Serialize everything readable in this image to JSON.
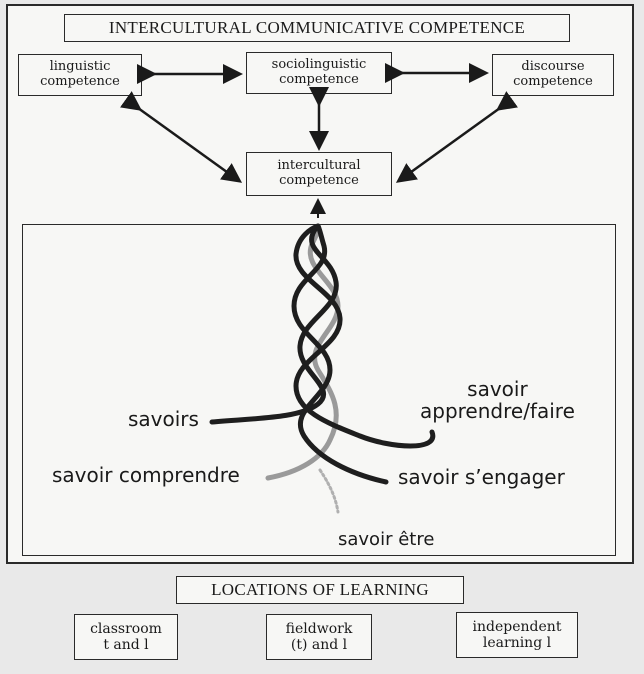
{
  "top": {
    "title": "INTERCULTURAL COMMUNICATIVE COMPETENCE",
    "linguistic": "linguistic\ncompetence",
    "sociolinguistic": "sociolinguistic\ncompetence",
    "discourse": "discourse\ncompetence",
    "intercultural": "intercultural\ncompetence"
  },
  "strands": {
    "savoirs": "savoirs",
    "savoir_comprendre": "savoir comprendre",
    "savoir_apprendre": "savoir\napprendre/faire",
    "savoir_engager": "savoir s’engager",
    "savoir_etre": "savoir être"
  },
  "bottom": {
    "title": "LOCATIONS OF LEARNING",
    "classroom": "classroom\nt and l",
    "fieldwork": "fieldwork\n(t) and l",
    "independent": "independent\nlearning l"
  }
}
